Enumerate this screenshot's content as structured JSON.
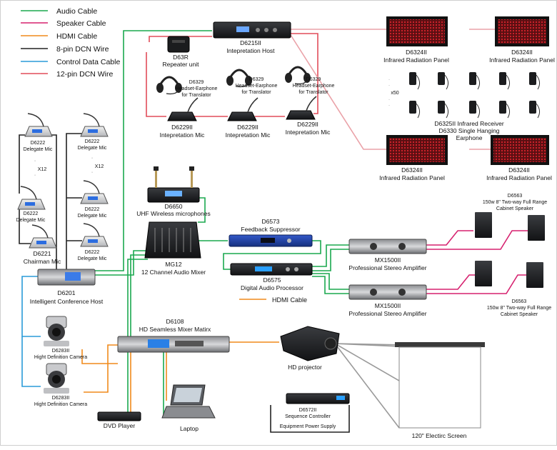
{
  "legend": [
    {
      "label": "Audio Cable",
      "color": "#1aa84f"
    },
    {
      "label": "Speaker Cable",
      "color": "#d6216f"
    },
    {
      "label": "HDMI Cable",
      "color": "#f08a1c"
    },
    {
      "label": "8-pin DCN Wire",
      "color": "#222222"
    },
    {
      "label": "Control Data Cable",
      "color": "#2a9bd8"
    },
    {
      "label": "12-pin DCN Wire",
      "color": "#e14d5a"
    }
  ],
  "devices": {
    "d6215": {
      "model": "D6215II",
      "name": "Intepretation Host"
    },
    "d63r": {
      "model": "D63R",
      "name": "Repeater unit"
    },
    "headset1": {
      "model": "D6329",
      "name": "Headset-Earphone",
      "sub": "for Translator"
    },
    "headset2": {
      "model": "D6329",
      "name": "Headset-Earphone",
      "sub": "for Translator"
    },
    "headset3": {
      "model": "D6329",
      "name": "Headset-Earphone",
      "sub": "for Translator"
    },
    "imic1": {
      "model": "D6229II",
      "name": "Intepretation Mic"
    },
    "imic2": {
      "model": "D6229II",
      "name": "Intepretation Mic"
    },
    "imic3": {
      "model": "D6229II",
      "name": "Intepretation Mic"
    },
    "panel_tl": {
      "model": "D6324II",
      "name": "Infrared Radiation Panel"
    },
    "panel_tr": {
      "model": "D6324II",
      "name": "Infrared Radiation Panel"
    },
    "panel_bl": {
      "model": "D6324II",
      "name": "Infrared Radiation Panel"
    },
    "panel_br": {
      "model": "D6324II",
      "name": "Infrared Radiation Panel"
    },
    "receivers": {
      "count": "x50",
      "line1": "D6325II Infrared Receiver",
      "line2": "D6330 Single Hanging",
      "line3": "Earphone"
    },
    "delegate_l1": {
      "model": "D6222",
      "name": "Delegate Mic"
    },
    "delegate_l2": {
      "model": "D6222",
      "name": "Delegate Mic"
    },
    "chairman": {
      "model": "D6221",
      "name": "Chairman Mic"
    },
    "delegate_r1": {
      "model": "D6222",
      "name": "Delegate Mic"
    },
    "delegate_r2": {
      "model": "D6222",
      "name": "Delegate Mic"
    },
    "delegate_r3": {
      "model": "D6222",
      "name": "Delegate Mic"
    },
    "x12_left": "X12",
    "x12_right": "X12",
    "d6201": {
      "model": "D6201",
      "name": "Intelligent Conference Host"
    },
    "d6650": {
      "model": "D6650",
      "name": "UHF Wireless microphones"
    },
    "mg12": {
      "model": "MG12",
      "name": "12 Channel Audio Mixer"
    },
    "d6573": {
      "model": "D6573",
      "name": "Feedback Suppressor"
    },
    "d6575": {
      "model": "D6575",
      "name": "Digital Audio Processor"
    },
    "hdmi_note": "HDMI Cable",
    "amp1": {
      "model": "MX1500II",
      "name": "Professional Stereo Amplifier"
    },
    "amp2": {
      "model": "MX1500II",
      "name": "Professional Stereo Amplifier"
    },
    "spk_top": {
      "model": "D6563",
      "line1": "150w 8\" Two-way Full Range",
      "line2": "Cabinet Speaker"
    },
    "spk_bot": {
      "model": "D6563",
      "line1": "150w 8\" Two-way Full Range",
      "line2": "Cabinet Speaker"
    },
    "cam1": {
      "model": "D6283II",
      "name": "Hight Definition Camera"
    },
    "cam2": {
      "model": "D6283II",
      "name": "Hight Definition Camera"
    },
    "d6108": {
      "model": "D6108",
      "name": "HD Seamless Mixer Matirx"
    },
    "projector": {
      "name": "HD projector"
    },
    "screen": {
      "name": "120\" Electirc Screen"
    },
    "dvd": {
      "name": "DVD Player"
    },
    "laptop": {
      "name": "Laptop"
    },
    "d6572": {
      "model": "D6572II",
      "name": "Sequence Controller",
      "sub": "Equipment Power Supply"
    }
  }
}
